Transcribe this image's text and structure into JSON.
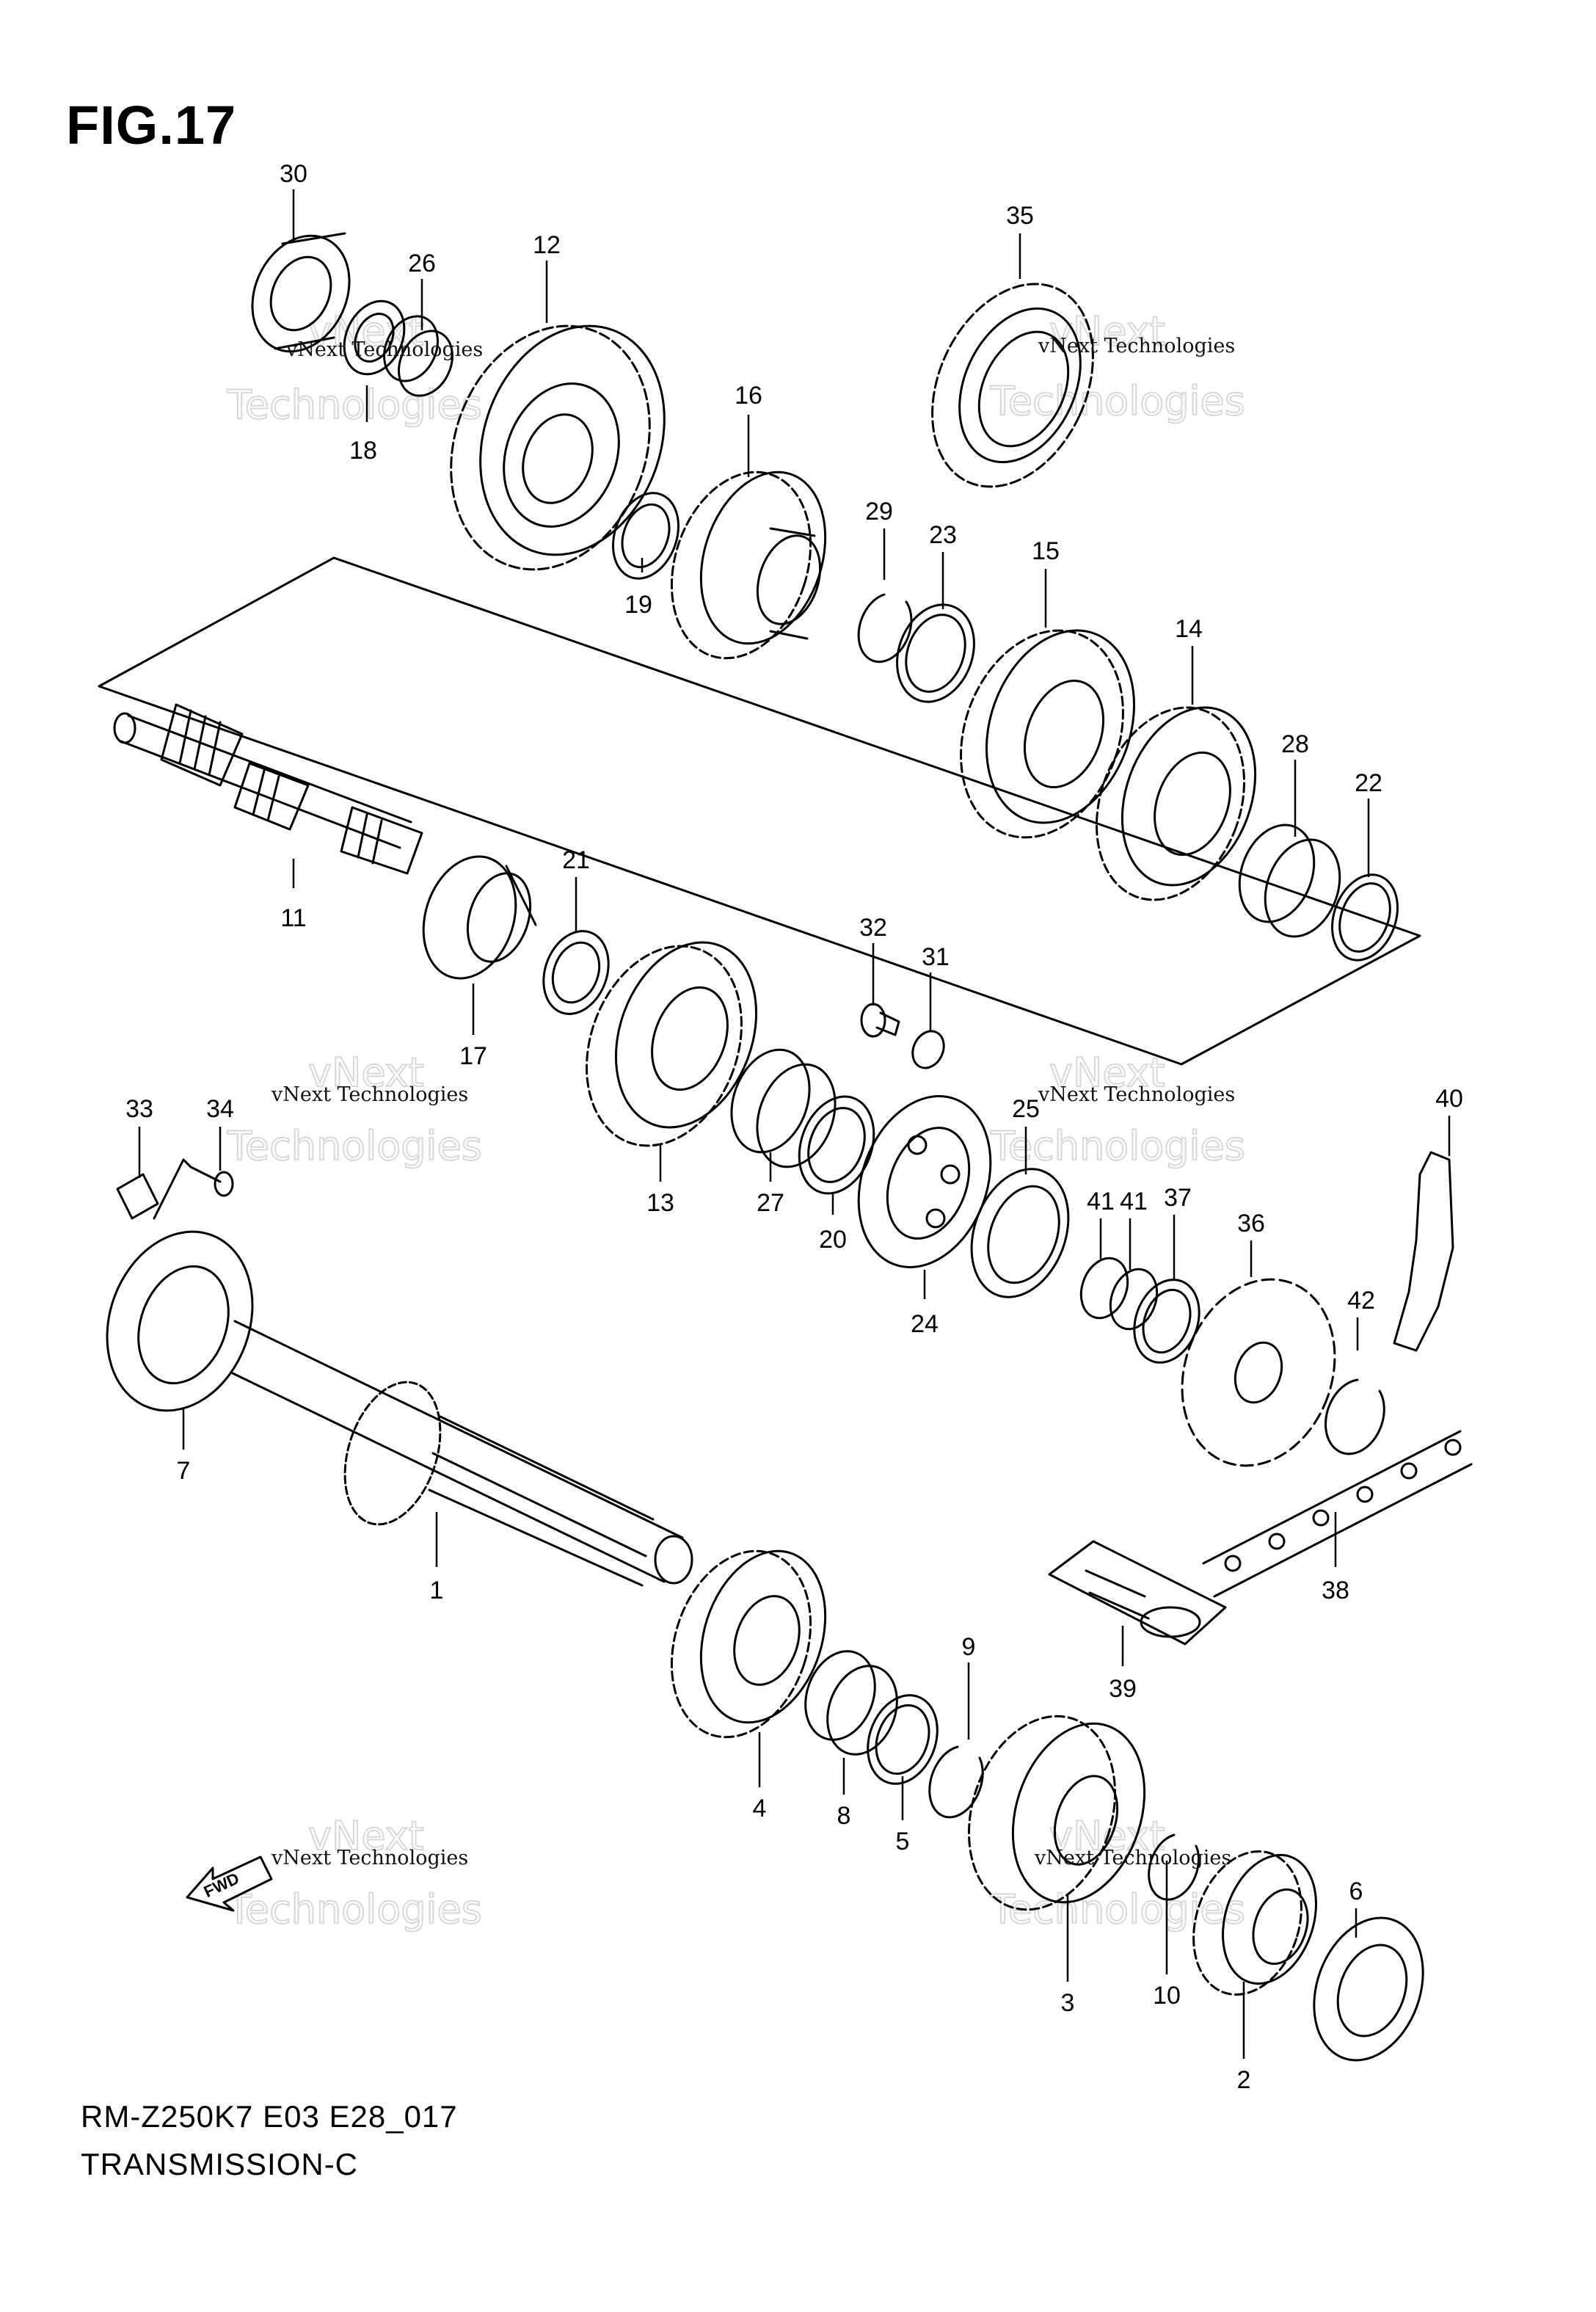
{
  "header": {
    "figure_label": "FIG.17"
  },
  "footer": {
    "model_code": "RM-Z250K7 E03 E28_017",
    "section_name": "TRANSMISSION-C"
  },
  "watermark": {
    "text": "vNext Technologies",
    "word1": "vNext",
    "word2": "Technologies"
  },
  "direction_marker": {
    "label": "FWD"
  },
  "callouts": [
    {
      "n": "30"
    },
    {
      "n": "26"
    },
    {
      "n": "12"
    },
    {
      "n": "18"
    },
    {
      "n": "35"
    },
    {
      "n": "16"
    },
    {
      "n": "19"
    },
    {
      "n": "29"
    },
    {
      "n": "23"
    },
    {
      "n": "15"
    },
    {
      "n": "14"
    },
    {
      "n": "28"
    },
    {
      "n": "22"
    },
    {
      "n": "11"
    },
    {
      "n": "21"
    },
    {
      "n": "17"
    },
    {
      "n": "32"
    },
    {
      "n": "31"
    },
    {
      "n": "13"
    },
    {
      "n": "27"
    },
    {
      "n": "20"
    },
    {
      "n": "24"
    },
    {
      "n": "25"
    },
    {
      "n": "41"
    },
    {
      "n": "41"
    },
    {
      "n": "37"
    },
    {
      "n": "36"
    },
    {
      "n": "40"
    },
    {
      "n": "42"
    },
    {
      "n": "33"
    },
    {
      "n": "34"
    },
    {
      "n": "7"
    },
    {
      "n": "1"
    },
    {
      "n": "38"
    },
    {
      "n": "39"
    },
    {
      "n": "4"
    },
    {
      "n": "8"
    },
    {
      "n": "9"
    },
    {
      "n": "5"
    },
    {
      "n": "3"
    },
    {
      "n": "10"
    },
    {
      "n": "2"
    },
    {
      "n": "6"
    }
  ],
  "colors": {
    "line": "#000000",
    "background": "#ffffff",
    "watermark_outline": "#d8d8d8"
  }
}
